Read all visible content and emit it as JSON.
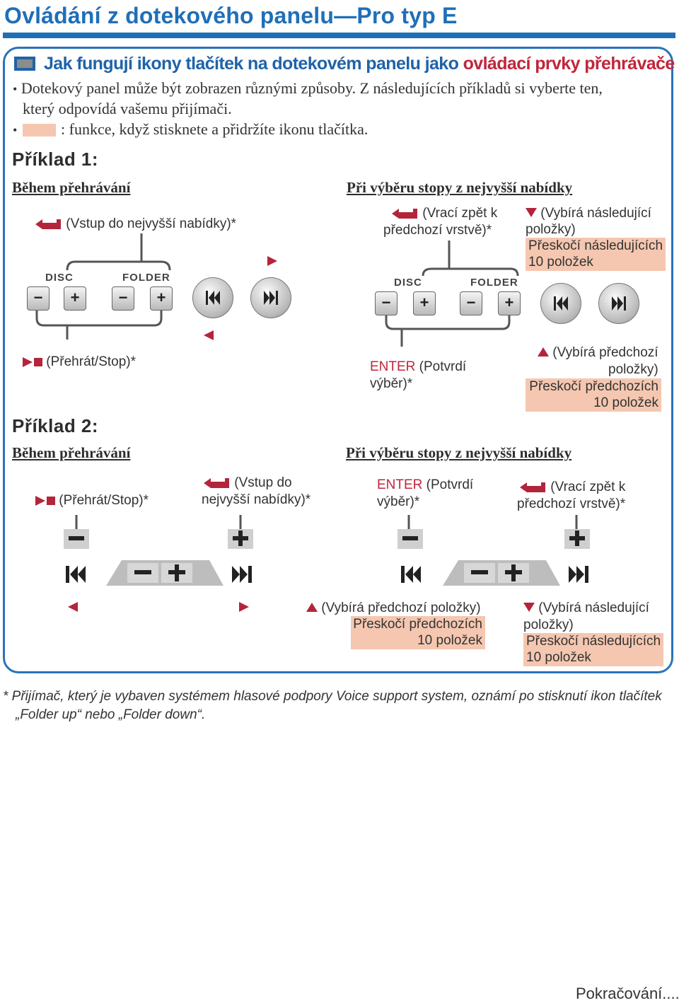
{
  "title": "Ovládání z dotekového panelu—Pro typ E",
  "heading": {
    "text": "Jak fungují ikony tlačítek na dotekovém panelu jako ",
    "highlight": "ovládací prvky přehrávače D."
  },
  "intro": {
    "line1": "Dotekový panel může být zobrazen různými způsoby. Z následujících příkladů si vyberte ten,",
    "line2": "který odpovídá vašemu přijímači.",
    "line3": ": funkce, když stisknete a přidržíte ikonu tlačítka."
  },
  "example1": {
    "title": "Příklad 1:",
    "playback_heading": "Během přehrávání",
    "menu_heading": "Při výběru stopy z nejvyšší nabídky",
    "top_menu": "(Vstup do nejvyšší nabídky)*",
    "play_stop": "(Přehrát/Stop)*",
    "disc": "DISC",
    "folder": "FOLDER",
    "return_line1": "(Vrací zpět k",
    "return_line2": "předchozí vrstvě)*",
    "next_item_line1": "(Vybírá následující",
    "next_item_line2": "položky)",
    "skip_next_line1": "Přeskočí následujících",
    "skip_next_line2": "10 položek",
    "enter": "ENTER",
    "enter_line1": " (Potvrdí",
    "enter_line2": "výběr)*",
    "prev_item_line1": "(Vybírá předchozí",
    "prev_item_line2": "položky)",
    "skip_prev_line1": "Přeskočí předchozích",
    "skip_prev_line2": "10 položek"
  },
  "example2": {
    "title": "Příklad 2:",
    "playback_heading": "Během přehrávání",
    "menu_heading": "Při výběru stopy z nejvyšší nabídky",
    "play_stop": "(Přehrát/Stop)*",
    "top_menu_line1": "(Vstup do",
    "top_menu_line2": "nejvyšší nabídky)*",
    "enter": "ENTER",
    "enter_line1": " (Potvrdí",
    "enter_line2": "výběr)*",
    "return_line1": "(Vrací zpět k",
    "return_line2": "předchozí vrstvě)*",
    "prev_item": "(Vybírá předchozí položky)",
    "skip_prev_line1": "Přeskočí předchozích",
    "skip_prev_line2": "10 položek",
    "next_item_line1": "(Vybírá následující",
    "next_item_line2": "položky)",
    "skip_next_line1": "Přeskočí následujících",
    "skip_next_line2": "10 položek"
  },
  "footnote": {
    "line1": "*  Přijímač, který je vybaven systémem hlasové podpory Voice support system, oznámí po stisknutí ikon tlačítek",
    "line2": "„Folder up“ nebo „Folder down“."
  },
  "continued": "Pokračování....",
  "colors": {
    "blue": "#1f6fb8",
    "accent": "#c0263c",
    "highlight": "#f5c7b0"
  }
}
